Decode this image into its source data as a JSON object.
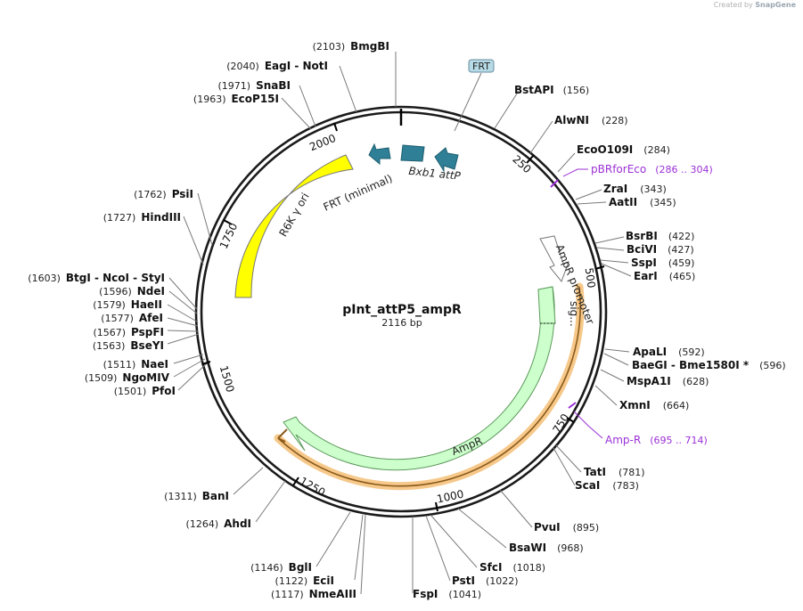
{
  "credit": {
    "prefix": "Created by",
    "brand": "SnapGene"
  },
  "plasmid": {
    "name": "pInt_attP5_ampR",
    "length_label": "2116 bp",
    "length": 2116
  },
  "tick_labels": [
    "250",
    "500",
    "750",
    "1000",
    "1250",
    "1500",
    "1750",
    "2000"
  ],
  "sites": [
    {
      "pos": "(156)",
      "name": "BstAPI",
      "pos_first": false
    },
    {
      "pos": "(228)",
      "name": "AlwNI",
      "pos_first": false
    },
    {
      "pos": "(284)",
      "name": "EcoO109I",
      "pos_first": false
    },
    {
      "pos": "(343)",
      "name": "ZraI",
      "pos_first": false
    },
    {
      "pos": "(345)",
      "name": "AatII",
      "pos_first": false
    },
    {
      "pos": "(422)",
      "name": "BsrBI",
      "pos_first": false
    },
    {
      "pos": "(427)",
      "name": "BciVI",
      "pos_first": false
    },
    {
      "pos": "(459)",
      "name": "SspI",
      "pos_first": false
    },
    {
      "pos": "(465)",
      "name": "EarI",
      "pos_first": false
    },
    {
      "pos": "(592)",
      "name": "ApaLI",
      "pos_first": false
    },
    {
      "pos": "(596)",
      "name": "BaeGI - Bme1580I *",
      "pos_first": false
    },
    {
      "pos": "(628)",
      "name": "MspA1I",
      "pos_first": false
    },
    {
      "pos": "(664)",
      "name": "XmnI",
      "pos_first": false
    },
    {
      "pos": "(781)",
      "name": "TatI",
      "pos_first": false
    },
    {
      "pos": "(783)",
      "name": "ScaI",
      "pos_first": false
    },
    {
      "pos": "(895)",
      "name": "PvuI",
      "pos_first": false
    },
    {
      "pos": "(968)",
      "name": "BsaWI",
      "pos_first": false
    },
    {
      "pos": "(1018)",
      "name": "SfcI",
      "pos_first": false
    },
    {
      "pos": "(1022)",
      "name": "PstI",
      "pos_first": false
    },
    {
      "pos": "(1041)",
      "name": "FspI",
      "pos_first": false
    },
    {
      "pos": "(1117)",
      "name": "NmeAIII",
      "pos_first": true
    },
    {
      "pos": "(1122)",
      "name": "EciI",
      "pos_first": true
    },
    {
      "pos": "(1146)",
      "name": "BglI",
      "pos_first": true
    },
    {
      "pos": "(1264)",
      "name": "AhdI",
      "pos_first": true
    },
    {
      "pos": "(1311)",
      "name": "BanI",
      "pos_first": true
    },
    {
      "pos": "(1501)",
      "name": "PfoI",
      "pos_first": true
    },
    {
      "pos": "(1509)",
      "name": "NgoMIV",
      "pos_first": true
    },
    {
      "pos": "(1511)",
      "name": "NaeI",
      "pos_first": true
    },
    {
      "pos": "(1563)",
      "name": "BseYI",
      "pos_first": true
    },
    {
      "pos": "(1567)",
      "name": "PspFI",
      "pos_first": true
    },
    {
      "pos": "(1577)",
      "name": "AfeI",
      "pos_first": true
    },
    {
      "pos": "(1579)",
      "name": "HaeII",
      "pos_first": true
    },
    {
      "pos": "(1596)",
      "name": "NdeI",
      "pos_first": true
    },
    {
      "pos": "(1603)",
      "name": "BtgI - NcoI - StyI",
      "pos_first": true
    },
    {
      "pos": "(1727)",
      "name": "HindIII",
      "pos_first": true
    },
    {
      "pos": "(1762)",
      "name": "PsiI",
      "pos_first": true
    },
    {
      "pos": "(1963)",
      "name": "EcoP15I",
      "pos_first": true
    },
    {
      "pos": "(1971)",
      "name": "SnaBI",
      "pos_first": true
    },
    {
      "pos": "(2040)",
      "name": "EagI - NotI",
      "pos_first": true
    },
    {
      "pos": "(2103)",
      "name": "BmgBI",
      "pos_first": true
    }
  ],
  "primers": [
    {
      "name": "pBRforEco",
      "range": "(286 .. 304)",
      "color": "#9b30d6"
    },
    {
      "name": "Amp-R",
      "range": "(695 .. 714)",
      "color": "#9b30d6"
    }
  ],
  "features": {
    "frt_tag": "FRT",
    "frt_minimal": "FRT (minimal)",
    "attp": "Bxb1 attP",
    "r6k": "R6K γ ori",
    "ampr_promoter": "AmpR promoter",
    "sig": "sig...",
    "ampr": "AmpR"
  },
  "colors": {
    "backbone": "#1a1a1a",
    "attp": "#2f7f96",
    "r6k": "#ffff00",
    "ampr": "#ccffcc",
    "ampr_stroke": "#5d9a5d",
    "primer_glow": "#f6c88a",
    "primer_arrow": "#8a5a1a"
  }
}
